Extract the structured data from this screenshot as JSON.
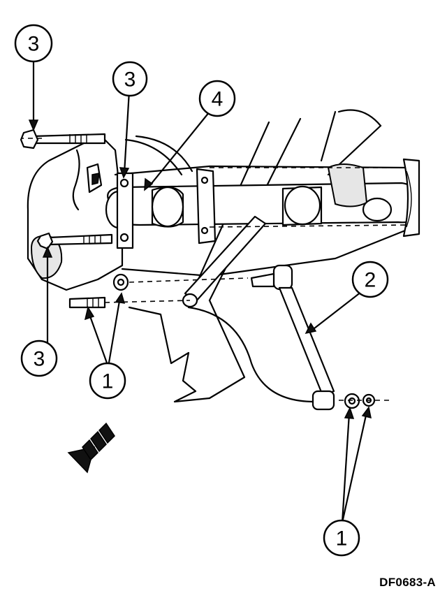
{
  "figure": {
    "code": "DF0683-A"
  },
  "callouts": [
    {
      "id": "c3-top-left",
      "label": "3"
    },
    {
      "id": "c3-top-mid",
      "label": "3"
    },
    {
      "id": "c4",
      "label": "4"
    },
    {
      "id": "c2",
      "label": "2"
    },
    {
      "id": "c3-bottom-left",
      "label": "3"
    },
    {
      "id": "c1-mid",
      "label": "1"
    },
    {
      "id": "c1-bottom",
      "label": "1"
    }
  ],
  "colors": {
    "ink": "#000000",
    "paper": "#ffffff"
  },
  "icons": {
    "direction": "front-direction-arrow-icon"
  }
}
